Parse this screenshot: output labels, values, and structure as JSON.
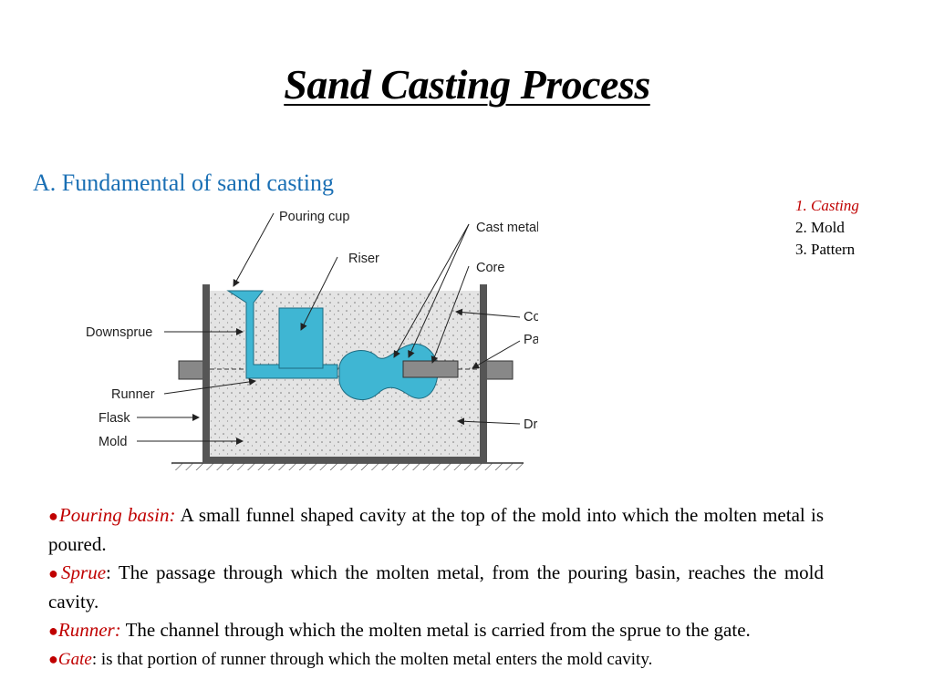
{
  "slide": {
    "title": "Sand Casting Process",
    "subtitle": "A. Fundamental of sand casting",
    "list": [
      "1. Casting",
      "2. Mold",
      "3. Pattern"
    ]
  },
  "diagram": {
    "labels": {
      "pouring_cup": "Pouring cup",
      "riser": "Riser",
      "cast_metal": "Cast metal in cavity",
      "core": "Core",
      "downsprue": "Downsprue",
      "cope": "Cope",
      "parting_line": "Parting line",
      "runner": "Runner",
      "flask": "Flask",
      "mold": "Mold",
      "drag": "Drag"
    },
    "colors": {
      "molten_metal": "#3fb6d3",
      "sand": "#e4e4e4",
      "flask": "#555555"
    }
  },
  "definitions": [
    {
      "bullet": "●",
      "term": "Pouring basin:",
      "text": " A small funnel shaped cavity at the top of the mold into which the molten metal is poured."
    },
    {
      "bullet": "●",
      "term": "Sprue",
      "text": ": The passage through which the molten metal, from the pouring basin, reaches the mold cavity."
    },
    {
      "bullet": "●",
      "term": "Runner:",
      "text": " The channel through which the molten metal is carried from the sprue to the gate."
    },
    {
      "bullet": "●",
      "term": "Gate",
      "text": ":  is that portion of runner through which the molten metal enters the mold cavity."
    }
  ]
}
